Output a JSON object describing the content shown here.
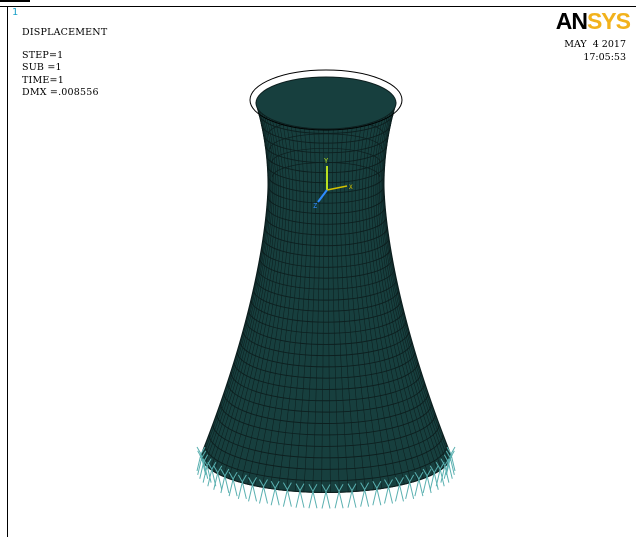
{
  "window_number": "1",
  "plot_info": {
    "title": "DISPLACEMENT",
    "step": "STEP=1",
    "sub": "SUB =1",
    "time": "TIME=1",
    "dmx": "DMX =.008556"
  },
  "logo": {
    "an": "AN",
    "sys": "SYS"
  },
  "date": "MAY  4 2017",
  "time_of_day": "17:05:53",
  "triad_labels": {
    "y": "Y",
    "z": "Z",
    "x": "X"
  },
  "colors": {
    "mesh_fill": "#173f3e",
    "mesh_line": "#0d1f1f",
    "support_color": "#5ab0b0",
    "logo_accent": "#f2b21c",
    "triad_y": "#b9e020",
    "triad_z": "#2e8cff",
    "triad_x": "#d4c200"
  },
  "model": "hyperboloid cooling tower shell with base supports"
}
